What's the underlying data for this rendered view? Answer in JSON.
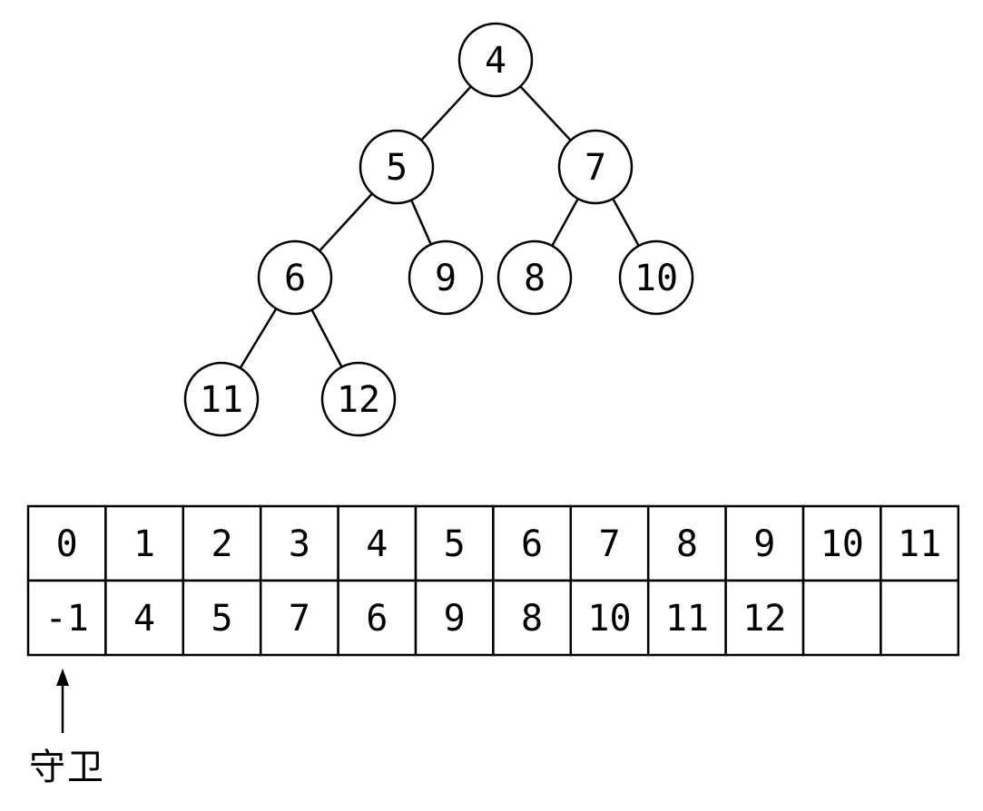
{
  "tree": {
    "nodes": [
      {
        "id": "n1",
        "value": "4"
      },
      {
        "id": "n2",
        "value": "5"
      },
      {
        "id": "n3",
        "value": "7"
      },
      {
        "id": "n4",
        "value": "6"
      },
      {
        "id": "n5",
        "value": "9"
      },
      {
        "id": "n6",
        "value": "8"
      },
      {
        "id": "n7",
        "value": "10"
      },
      {
        "id": "n8",
        "value": "11"
      },
      {
        "id": "n9",
        "value": "12"
      }
    ],
    "edges": [
      [
        "n1",
        "n2"
      ],
      [
        "n1",
        "n3"
      ],
      [
        "n2",
        "n4"
      ],
      [
        "n2",
        "n5"
      ],
      [
        "n3",
        "n6"
      ],
      [
        "n3",
        "n7"
      ],
      [
        "n4",
        "n8"
      ],
      [
        "n4",
        "n9"
      ]
    ]
  },
  "array": {
    "indices": [
      "0",
      "1",
      "2",
      "3",
      "4",
      "5",
      "6",
      "7",
      "8",
      "9",
      "10",
      "11"
    ],
    "values": [
      "-1",
      "4",
      "5",
      "7",
      "6",
      "9",
      "8",
      "10",
      "11",
      "12",
      "",
      ""
    ]
  },
  "sentinel": {
    "label": "守卫"
  }
}
